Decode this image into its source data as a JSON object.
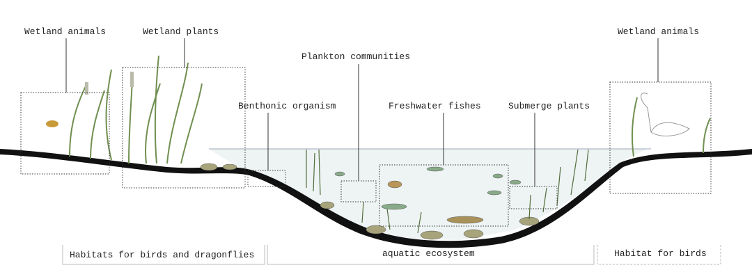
{
  "labels": {
    "wetland_animals_left": "Wetland animals",
    "wetland_plants": "Wetland plants",
    "plankton": "Plankton communities",
    "benthonic": "Benthonic organism",
    "fishes": "Freshwater fishes",
    "submerge": "Submerge plants",
    "wetland_animals_right": "Wetland animals"
  },
  "zones": {
    "left": "Habitats for birds and dragonflies",
    "middle": "aquatic ecosystem",
    "right": "Habitat for birds"
  },
  "colors": {
    "ground": "#111111",
    "water": "#eef3f3",
    "plant": "#7a9a5a",
    "dark_plant": "#4f6e3a",
    "rock": "#a7a37a"
  }
}
